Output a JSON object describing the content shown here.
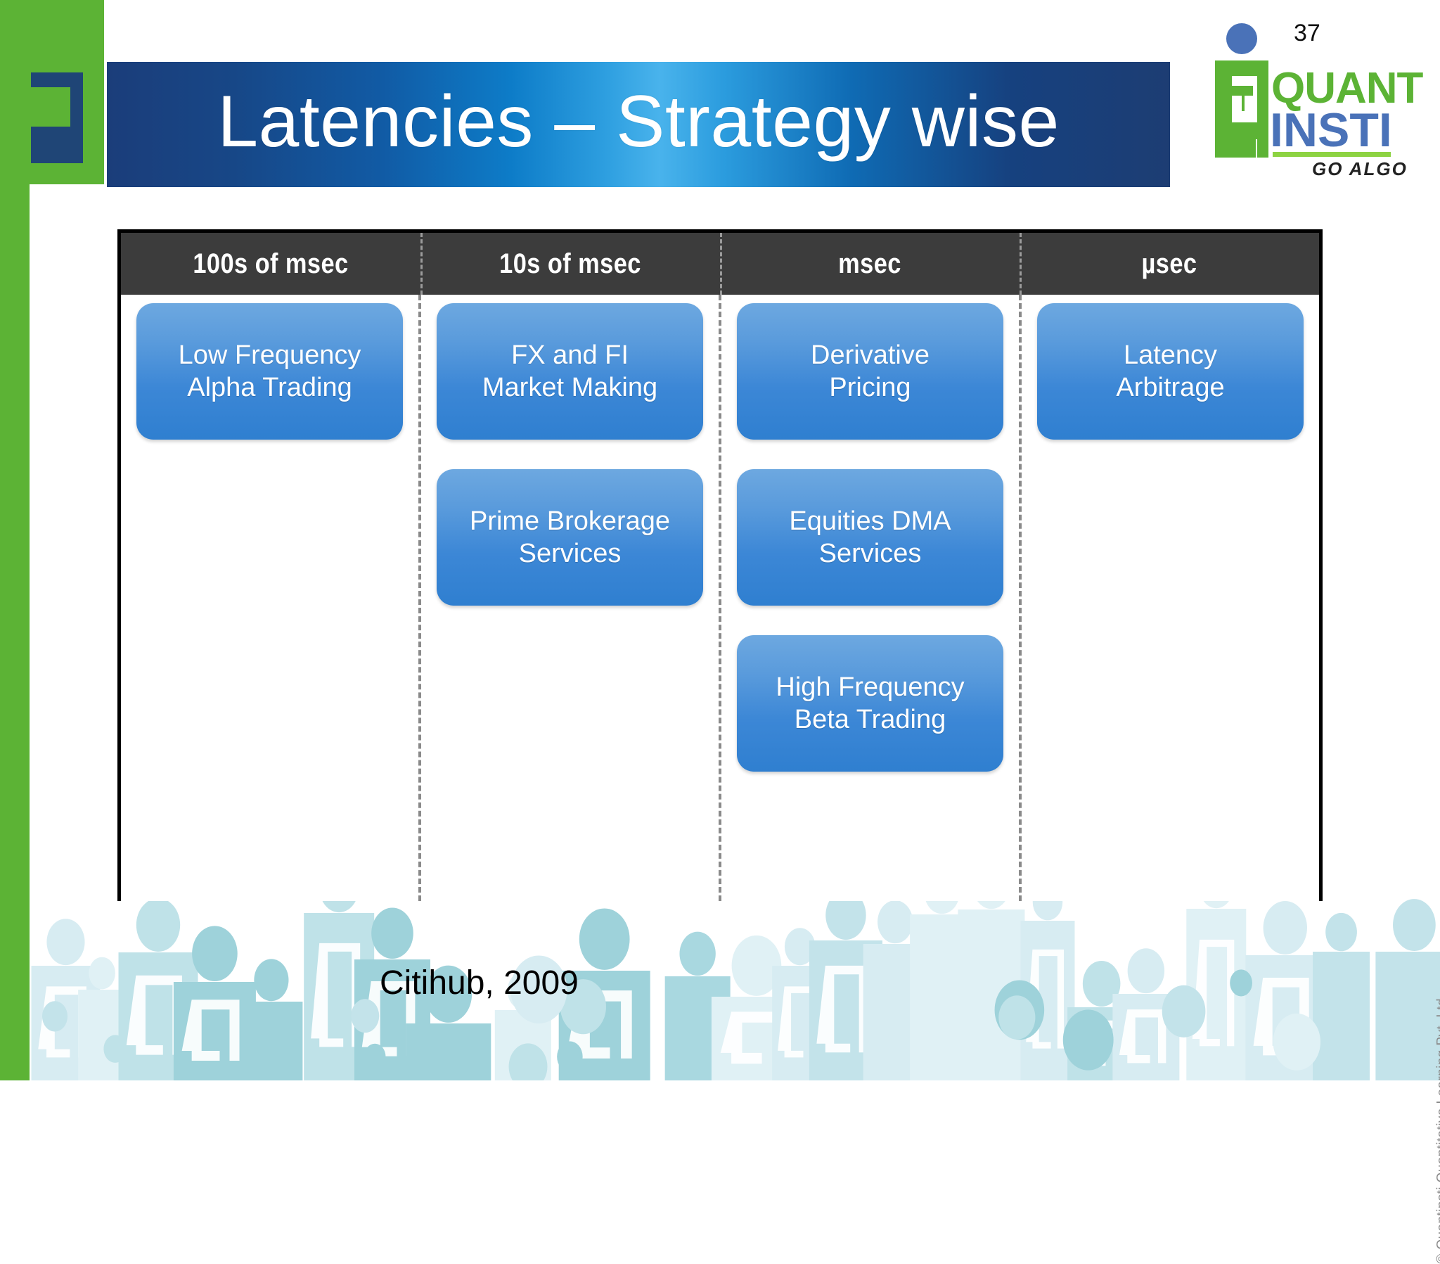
{
  "slide": {
    "title": "Latencies – Strategy wise",
    "page_number": "37",
    "source_caption": "Citihub, 2009",
    "copyright": "© Quantinsti Quantitative Learning Pvt. Ltd."
  },
  "logo": {
    "word_top": "QUANT",
    "word_bottom": "INSTI",
    "tagline": "GO ALGO",
    "green": "#5cb335",
    "blue": "#4a72b8",
    "lightgreen": "#8dd342"
  },
  "colors": {
    "title_bar_dark": "#1b3d7a",
    "title_bar_bright": "#49b3ec",
    "accent_green": "#5cb335",
    "accent_navy": "#1f4576",
    "table_header_bg": "#3c3c3c",
    "box_blue_top": "#6da8e0",
    "box_blue_bottom": "#2f7fd0",
    "bottom_art_teal": "#9fd4da",
    "bottom_art_pale": "#d5eaf2"
  },
  "chart_data": {
    "type": "table",
    "title": "Latencies – Strategy wise",
    "categories": [
      "100s of msec",
      "10s of msec",
      "msec",
      "µsec"
    ],
    "columns": [
      {
        "header": "100s of msec",
        "items": [
          {
            "line1": "Low Frequency",
            "line2": "Alpha Trading"
          }
        ]
      },
      {
        "header": "10s of msec",
        "items": [
          {
            "line1": "FX and FI",
            "line2": "Market Making"
          },
          {
            "line1": "Prime Brokerage",
            "line2": "Services"
          }
        ]
      },
      {
        "header": "msec",
        "items": [
          {
            "line1": "Derivative",
            "line2": "Pricing"
          },
          {
            "line1": "Equities DMA",
            "line2": "Services"
          },
          {
            "line1": "High Frequency",
            "line2": "Beta Trading"
          }
        ]
      },
      {
        "header": "µsec",
        "items": [
          {
            "line1": "Latency",
            "line2": "Arbitrage"
          }
        ]
      }
    ]
  }
}
